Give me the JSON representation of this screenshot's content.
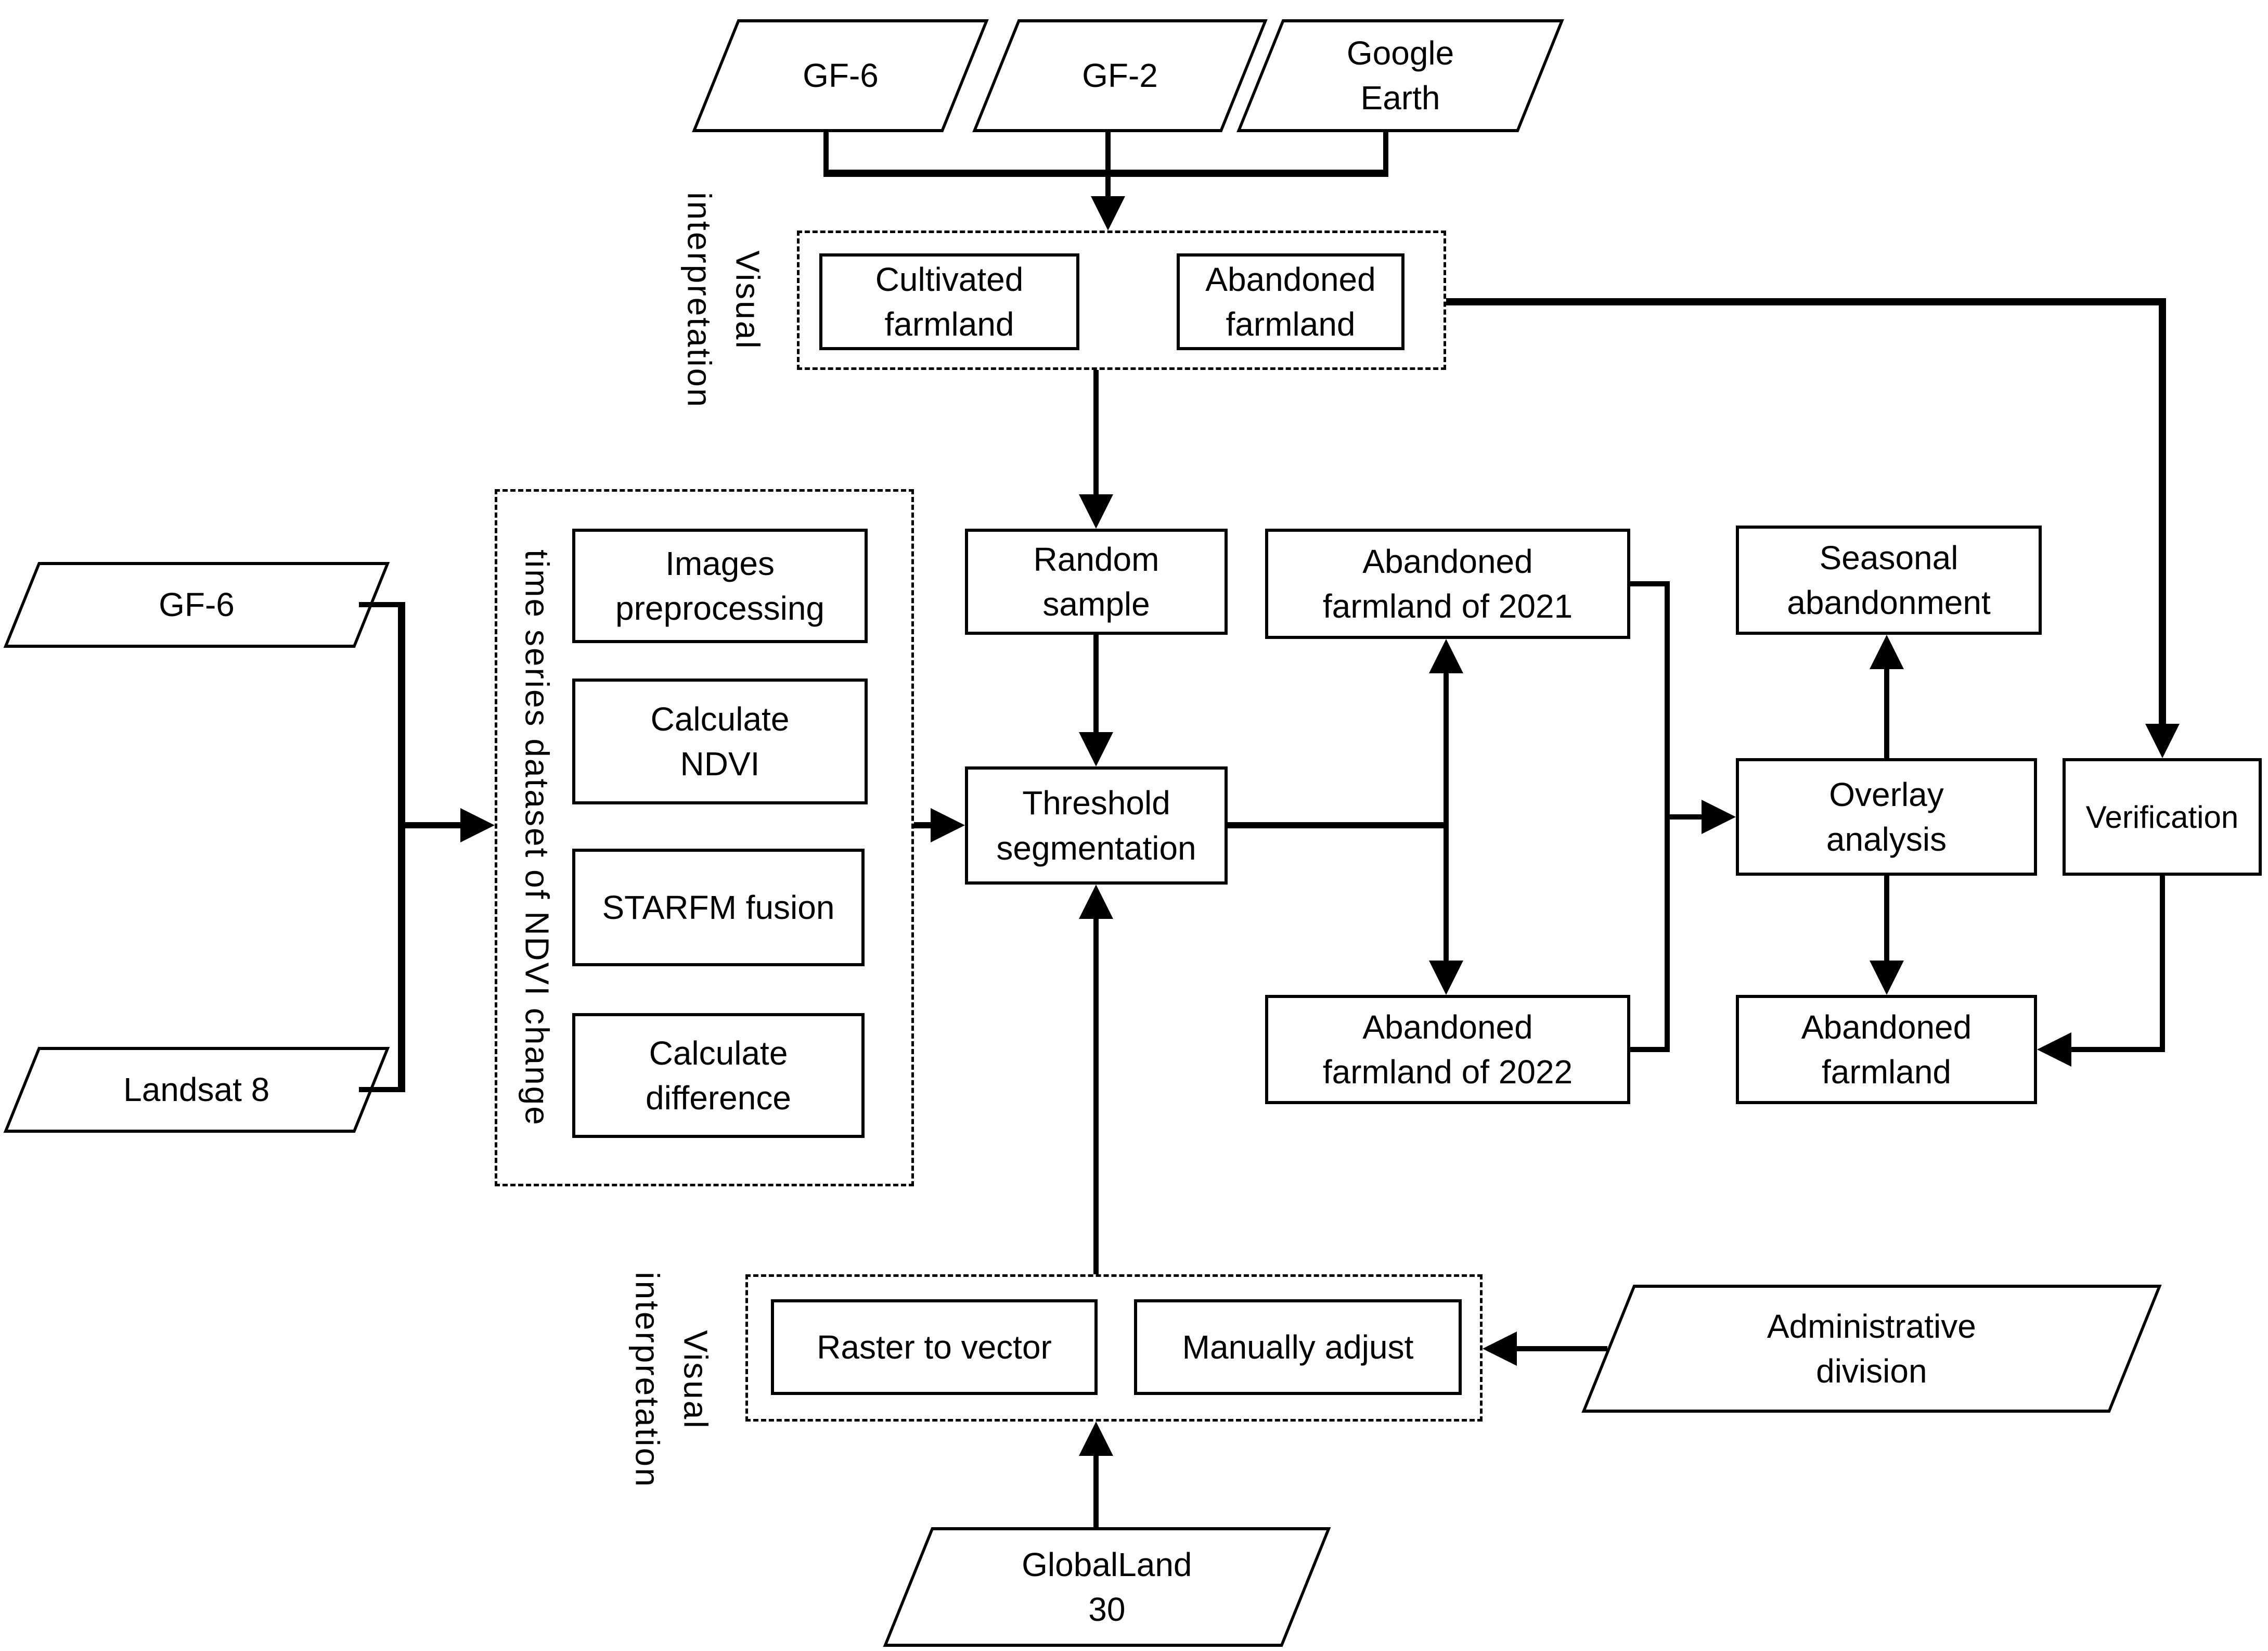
{
  "colors": {
    "line": "#000000",
    "text": "#000000",
    "background": "#ffffff"
  },
  "nodes": {
    "gf6_top": {
      "label": "GF-6"
    },
    "gf2_top": {
      "label": "GF-2"
    },
    "google_earth": {
      "label": "Google Earth"
    },
    "visual_interpretation_top": {
      "label": "Visual interpretation"
    },
    "cultivated_farmland": {
      "label": "Cultivated farmland"
    },
    "abandoned_farmland_sample": {
      "label": "Abandoned farmland"
    },
    "random_sample": {
      "label": "Random sample"
    },
    "gf6_left": {
      "label": "GF-6"
    },
    "landsat_8": {
      "label": "Landsat 8"
    },
    "ndvi_dataset_group": {
      "label": "time series dataset of NDVI change"
    },
    "images_preprocessing": {
      "label": "Images preprocessing"
    },
    "calculate_ndvi": {
      "label": "Calculate NDVI"
    },
    "starfm_fusion": {
      "label": "STARFM fusion"
    },
    "calculate_difference": {
      "label": "Calculate difference"
    },
    "threshold_segmentation": {
      "label": "Threshold segmentation"
    },
    "abandoned_2021": {
      "label": "Abandoned farmland of 2021"
    },
    "abandoned_2022": {
      "label": "Abandoned farmland of 2022"
    },
    "seasonal_abandonment": {
      "label": "Seasonal abandonment"
    },
    "overlay_analysis": {
      "label": "Overlay analysis"
    },
    "abandoned_farmland_result": {
      "label": "Abandoned farmland"
    },
    "verification": {
      "label": "Verification"
    },
    "visual_interpretation_bottom": {
      "label": "Visual interpretation"
    },
    "raster_to_vector": {
      "label": "Raster to vector"
    },
    "manually_adjust": {
      "label": "Manually adjust"
    },
    "globalland_30": {
      "label": "GlobalLand 30"
    },
    "administrative_division": {
      "label": "Administrative division"
    }
  }
}
